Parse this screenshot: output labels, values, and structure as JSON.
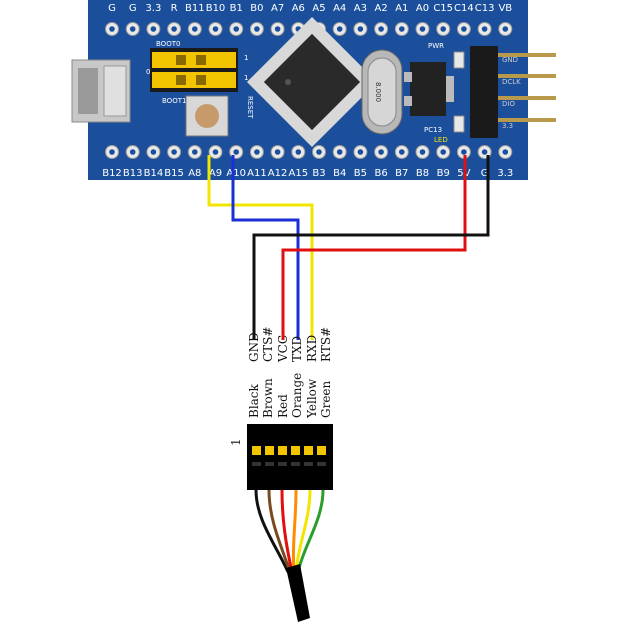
{
  "board": {
    "top_pins": [
      "G",
      "G",
      "3.3",
      "R",
      "B11",
      "B10",
      "B1",
      "B0",
      "A7",
      "A6",
      "A5",
      "A4",
      "A3",
      "A2",
      "A1",
      "A0",
      "C15",
      "C14",
      "C13",
      "VB"
    ],
    "bottom_pins": [
      "B12",
      "B13",
      "B14",
      "B15",
      "A8",
      "A9",
      "A10",
      "A11",
      "A12",
      "A15",
      "B3",
      "B4",
      "B5",
      "B6",
      "B7",
      "B8",
      "B9",
      "5V",
      "G",
      "3.3"
    ],
    "boot0_label": "BOOT0",
    "boot1_label": "BOOT1",
    "reset_label": "RESET",
    "crystal_label": "8.000",
    "pwr_label": "PWR",
    "pc13_label": "PC13",
    "led_label": "LED",
    "header_labels": [
      "GND",
      "DCLK",
      "DIO",
      "3.3"
    ],
    "jumper_marks": [
      "1",
      "0",
      "1"
    ]
  },
  "connector": {
    "pin1_label": "1",
    "signals": [
      "GND",
      "CTS#",
      "VCC",
      "TXD",
      "RXD",
      "RTS#"
    ],
    "wire_colors": [
      "Black",
      "Brown",
      "Red",
      "Orange",
      "Yellow",
      "Green"
    ]
  },
  "colors": {
    "board": "#1b4f9c",
    "wire_black": "#111111",
    "wire_red": "#e01010",
    "wire_blue": "#1a2fd6",
    "wire_yellow": "#f2e600",
    "wire_brown": "#7a4a1e",
    "wire_orange": "#ff8c00",
    "wire_green": "#2a9d2a"
  }
}
